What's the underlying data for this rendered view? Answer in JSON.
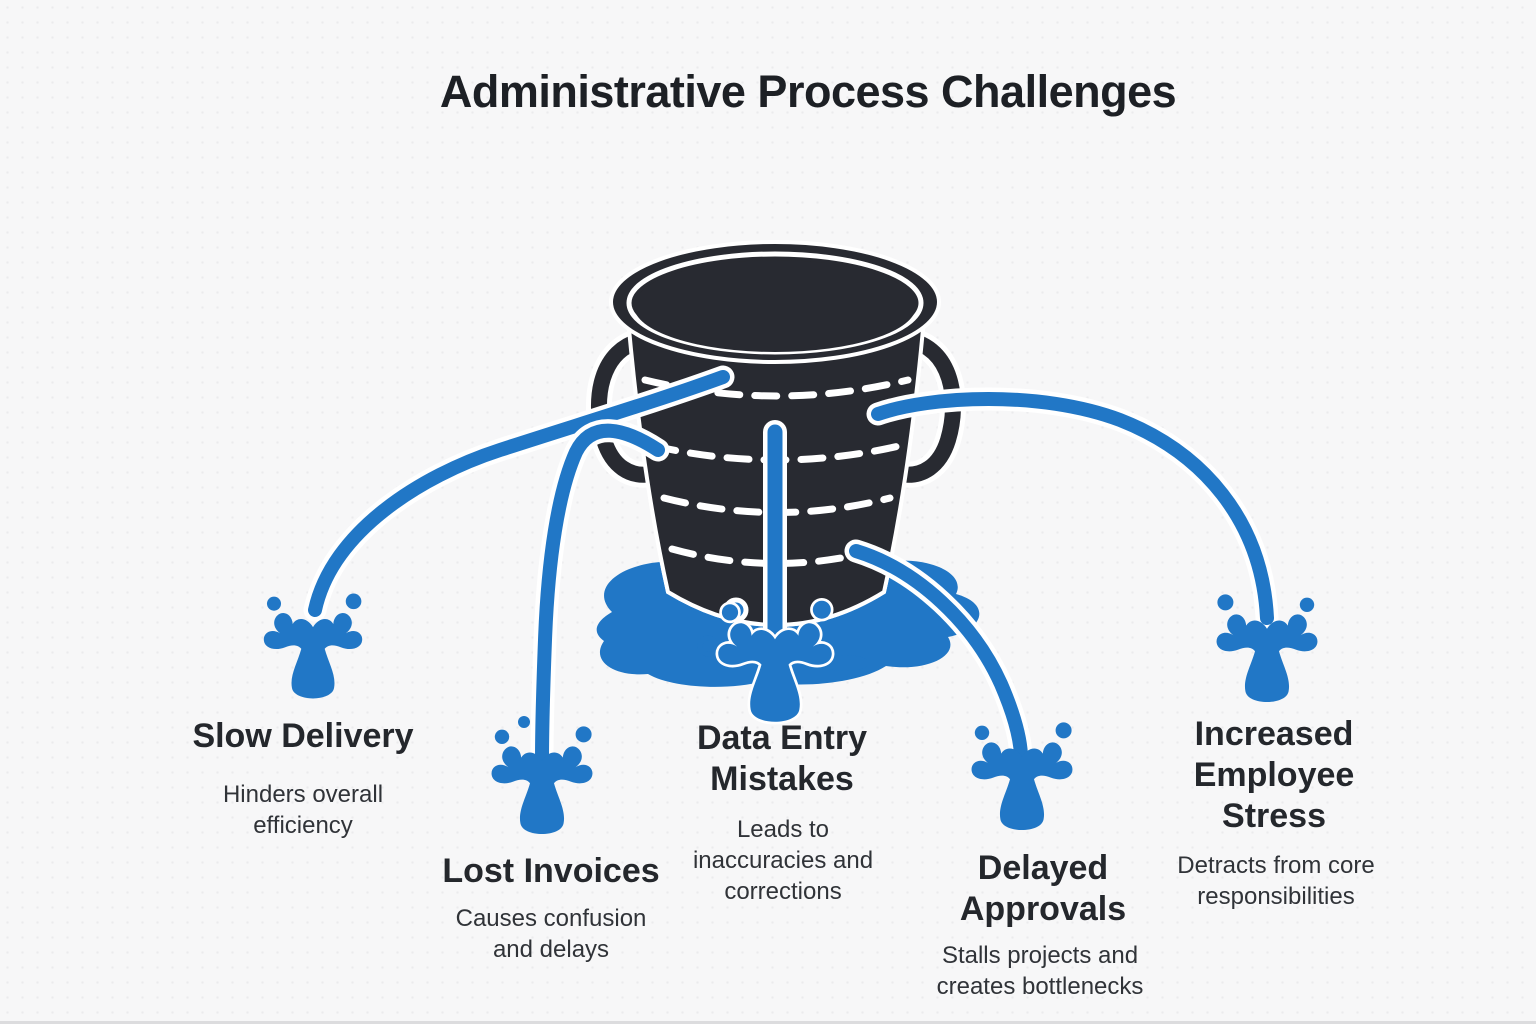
{
  "title": "Administrative Process Challenges",
  "colors": {
    "water_blue": "#2177c6",
    "bucket_dark": "#282a31",
    "background": "#f7f7f8",
    "heading_text": "#24272c",
    "body_text": "#303338"
  },
  "illustration": {
    "subject": "leaking-bucket",
    "leak_count": 5
  },
  "challenges": [
    {
      "id": "slow-delivery",
      "label": "Slow Delivery",
      "description": "Hinders overall efficiency"
    },
    {
      "id": "lost-invoices",
      "label": "Lost Invoices",
      "description": "Causes confusion and delays"
    },
    {
      "id": "data-entry-mistakes",
      "label": "Data Entry Mistakes",
      "description": "Leads to inaccuracies and corrections"
    },
    {
      "id": "delayed-approvals",
      "label": "Delayed Approvals",
      "description": "Stalls projects and creates bottlenecks"
    },
    {
      "id": "increased-employee-stress",
      "label": "Increased Employee Stress",
      "description": "Detracts from core responsibilities"
    }
  ]
}
